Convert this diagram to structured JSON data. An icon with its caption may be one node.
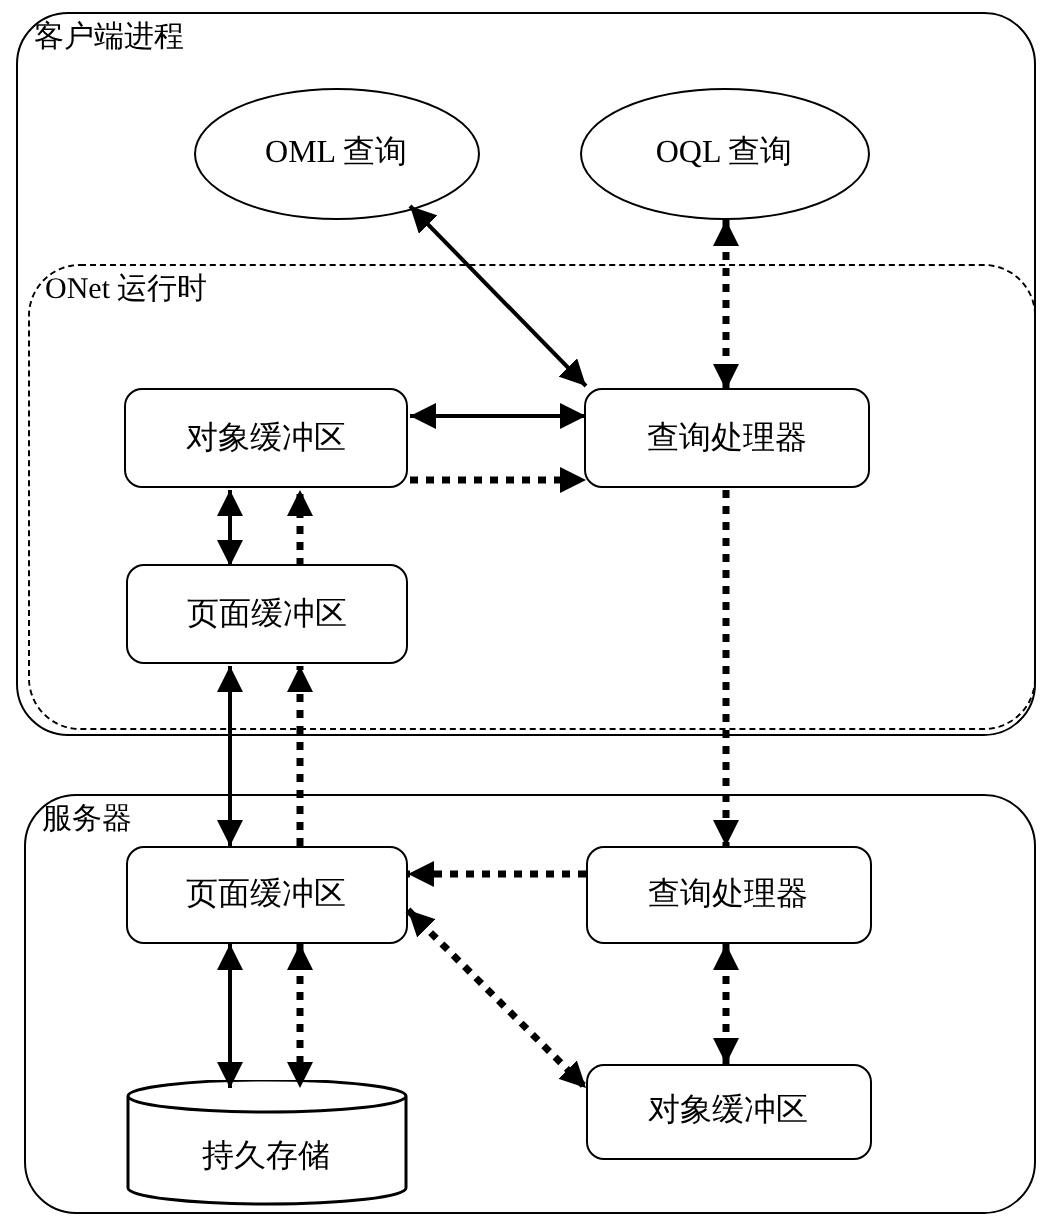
{
  "diagram": {
    "nodes": [
      {
        "text": [
          "客户端进程"
        ]
      },
      {
        "text": [
          "OML 查询"
        ],
        "in": 0
      },
      {
        "text": [
          "OQL 查询"
        ],
        "in": 0
      },
      {
        "text": [
          "ONet 运行时"
        ],
        "in": 0
      },
      {
        "text": [
          "对象缓冲区"
        ],
        "in": 3
      },
      {
        "text": [
          "查询处理器"
        ],
        "in": 3
      },
      {
        "text": [
          "页面缓冲区"
        ],
        "in": 3
      },
      {
        "text": [
          "服务器"
        ]
      },
      {
        "text": [
          "页面缓冲区"
        ],
        "in": 7
      },
      {
        "text": [
          "查询处理器"
        ],
        "in": 7
      },
      {
        "text": [
          "持久存储"
        ],
        "in": 7
      },
      {
        "text": [
          "对象缓冲区"
        ],
        "in": 7
      }
    ],
    "edges": [
      {
        "from": 1,
        "to": 5,
        "arrow": "both"
      },
      {
        "from": 2,
        "to": 5,
        "arrow": "both",
        "style": "dashed"
      },
      {
        "from": 4,
        "to": 5,
        "arrow": "both"
      },
      {
        "from": 4,
        "to": 5,
        "arrow": "to",
        "style": "dashed"
      },
      {
        "from": 4,
        "to": 6,
        "arrow": "both"
      },
      {
        "from": 6,
        "to": 4,
        "arrow": "to",
        "style": "dashed"
      },
      {
        "from": 8,
        "to": 6,
        "arrow": "both"
      },
      {
        "from": 8,
        "to": 6,
        "arrow": "to",
        "style": "dashed"
      },
      {
        "from": 5,
        "to": 9,
        "arrow": "to",
        "style": "dashed"
      },
      {
        "from": 9,
        "to": 8,
        "arrow": "to",
        "style": "dashed"
      },
      {
        "from": 8,
        "to": 11,
        "arrow": "both",
        "style": "dashed"
      },
      {
        "from": 8,
        "to": 10,
        "arrow": "both"
      },
      {
        "from": 8,
        "to": 10,
        "arrow": "both",
        "style": "dashed"
      },
      {
        "from": 9,
        "to": 11,
        "arrow": "both",
        "style": "dashed"
      }
    ]
  }
}
